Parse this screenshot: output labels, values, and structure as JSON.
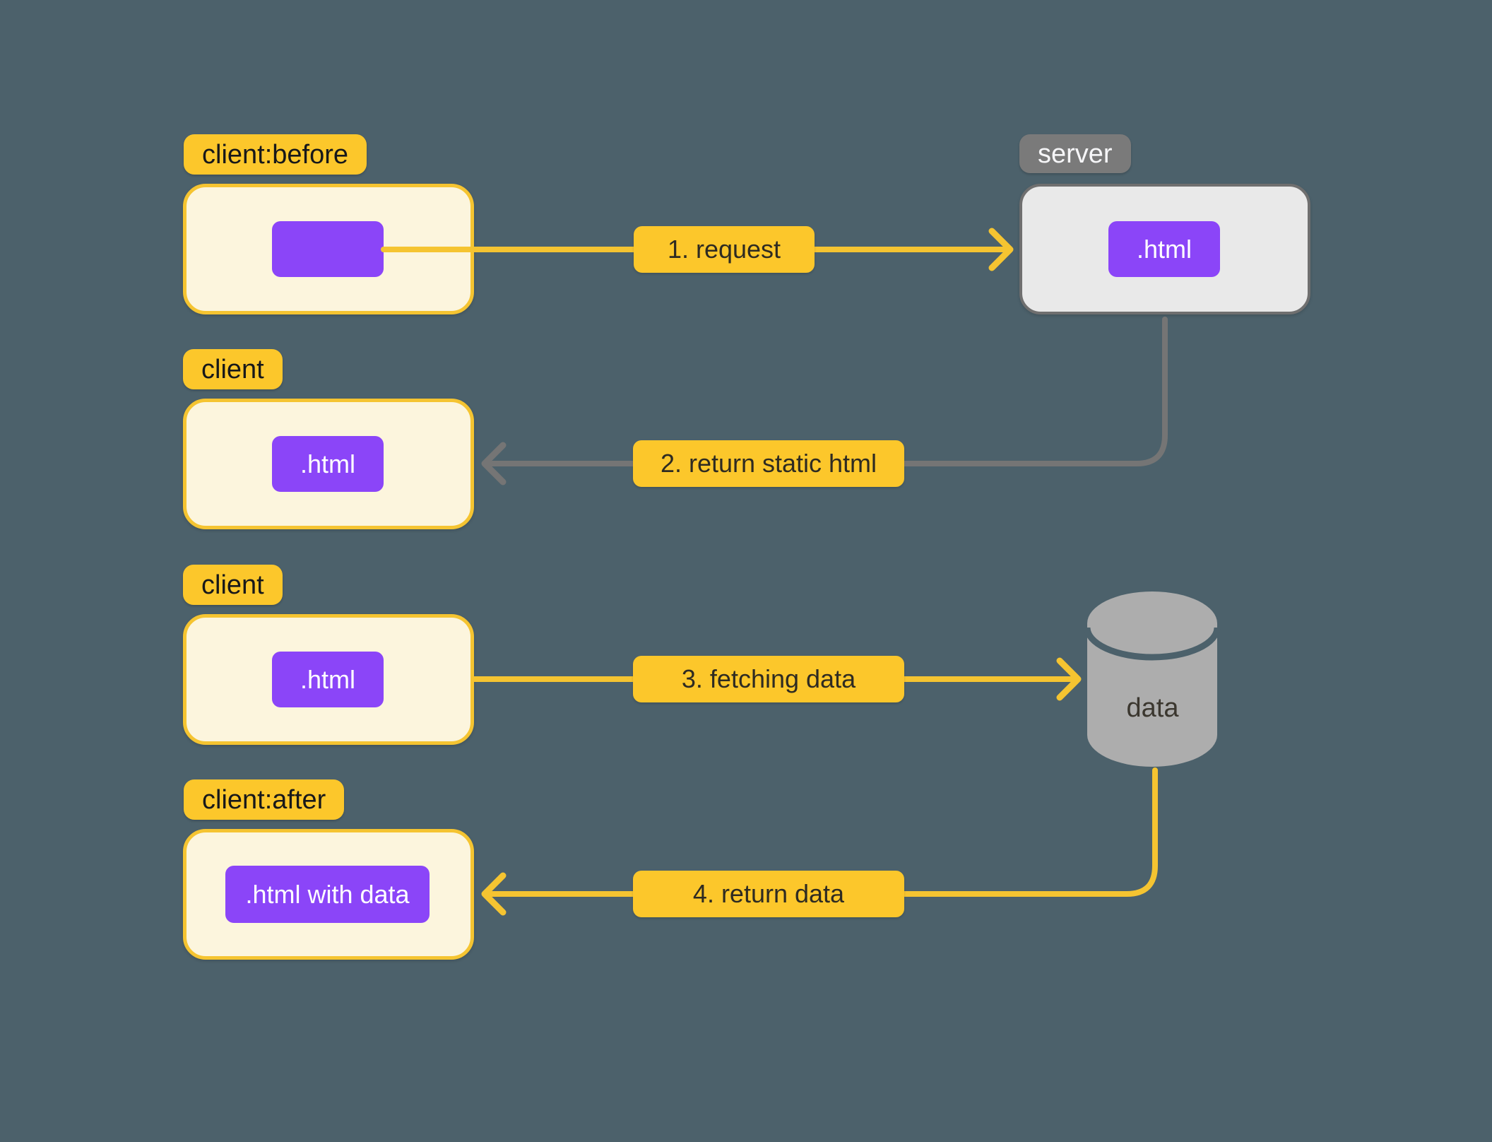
{
  "diagram": {
    "background_color": "#4C616B",
    "colors": {
      "accent_yellow": "#FCC72B",
      "client_box_fill": "#FCF5DD",
      "client_box_border": "#F5C431",
      "chip_purple": "#8B45F8",
      "server_box_fill": "#E9E9E9",
      "server_box_border": "#6F6F6F",
      "server_tag_bg": "#7A7A7A",
      "gray_wire": "#757575",
      "cylinder_gray": "#ADADAD",
      "tag_text": "#17181A",
      "chip_text": "#FFFFFF"
    },
    "row1": {
      "client_tag": "client:before",
      "client_chip": "",
      "step_label": "1. request",
      "server_tag": "server",
      "server_chip": ".html"
    },
    "row2": {
      "client_tag": "client",
      "client_chip": ".html",
      "step_label": "2. return static html"
    },
    "row3": {
      "client_tag": "client",
      "client_chip": ".html",
      "step_label": "3. fetching data",
      "datastore_label": "data"
    },
    "row4": {
      "client_tag": "client:after",
      "client_chip": ".html with data",
      "step_label": "4. return data"
    }
  }
}
